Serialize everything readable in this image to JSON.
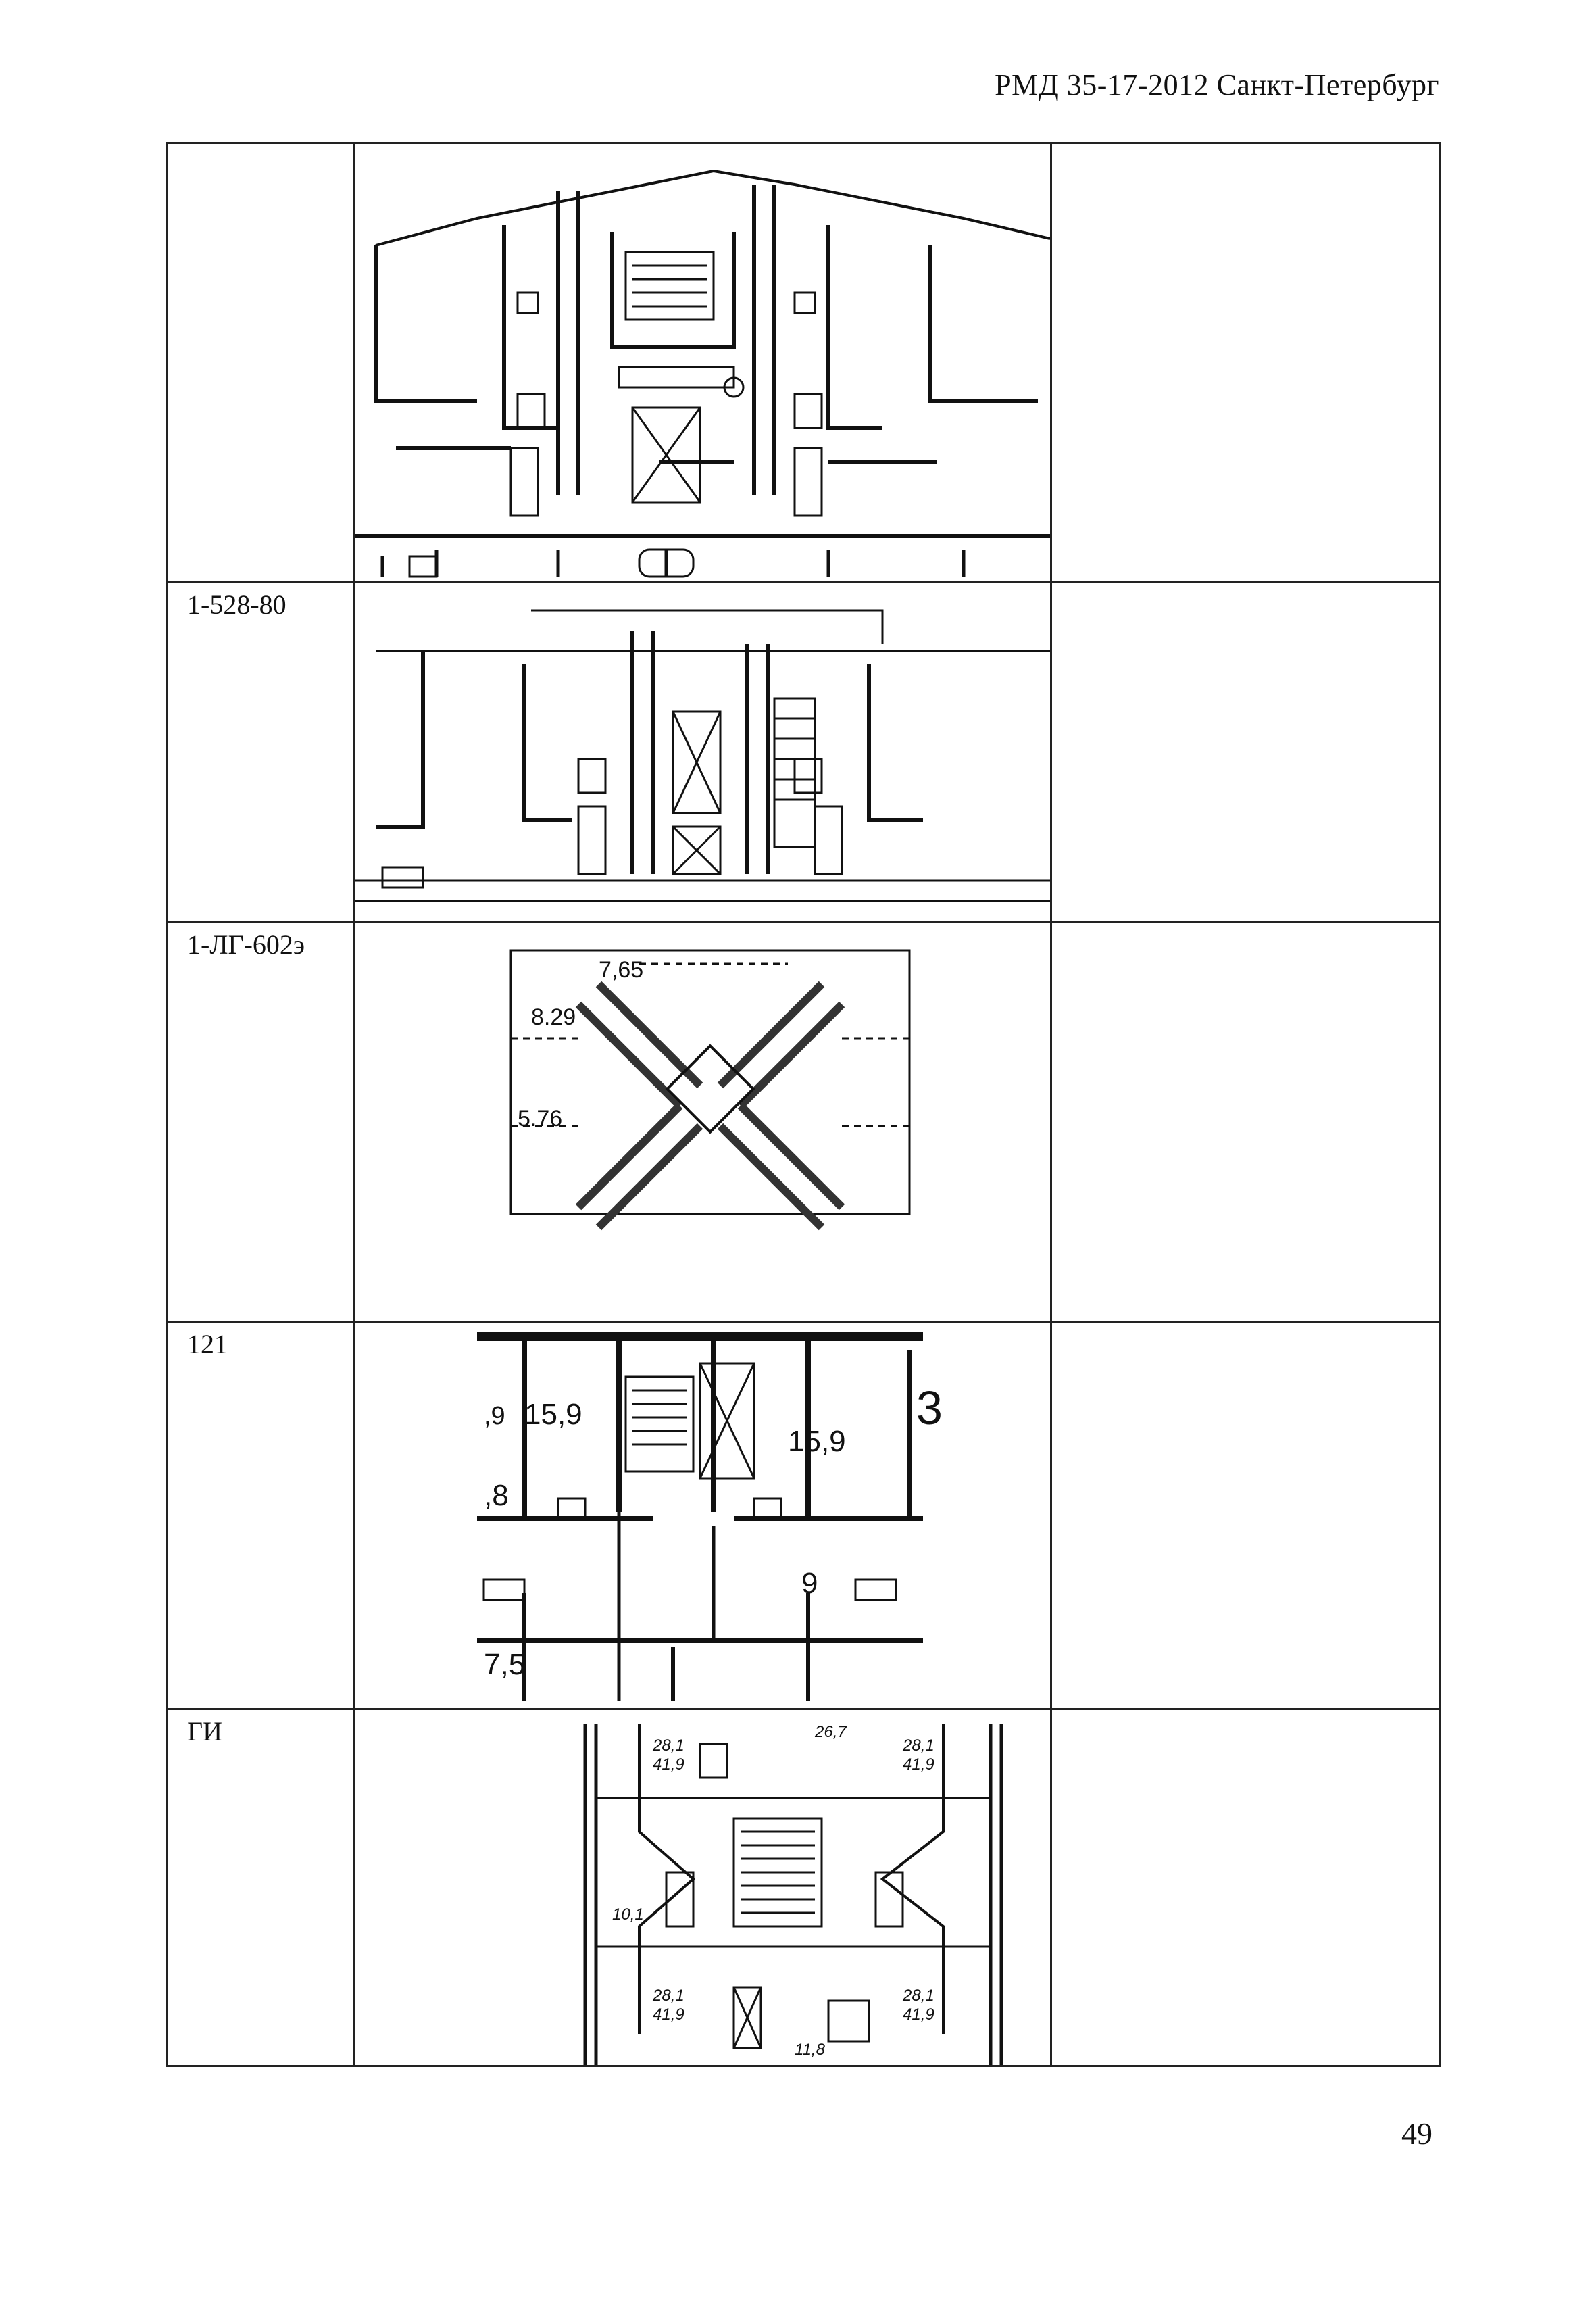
{
  "header": {
    "title": "РМД 35-17-2012 Санкт-Петербург"
  },
  "footer": {
    "page_number": "49"
  },
  "table": {
    "rows": [
      {
        "series": "",
        "labels": []
      },
      {
        "series": "1-528-80",
        "labels": []
      },
      {
        "series": "1-ЛГ-602э",
        "labels": [
          "7,65",
          "8.29",
          "5.76"
        ]
      },
      {
        "series": "121",
        "labels": [
          "15,9",
          "15,9",
          ",8",
          "9",
          "7,5",
          "3",
          ",9"
        ]
      },
      {
        "series": "ГИ",
        "labels": [
          "28,1",
          "41,9",
          "28,1",
          "41,9",
          "28,1",
          "41,9",
          "28,1",
          "41,9",
          "10,1",
          "11,8",
          "26,7"
        ]
      }
    ]
  }
}
